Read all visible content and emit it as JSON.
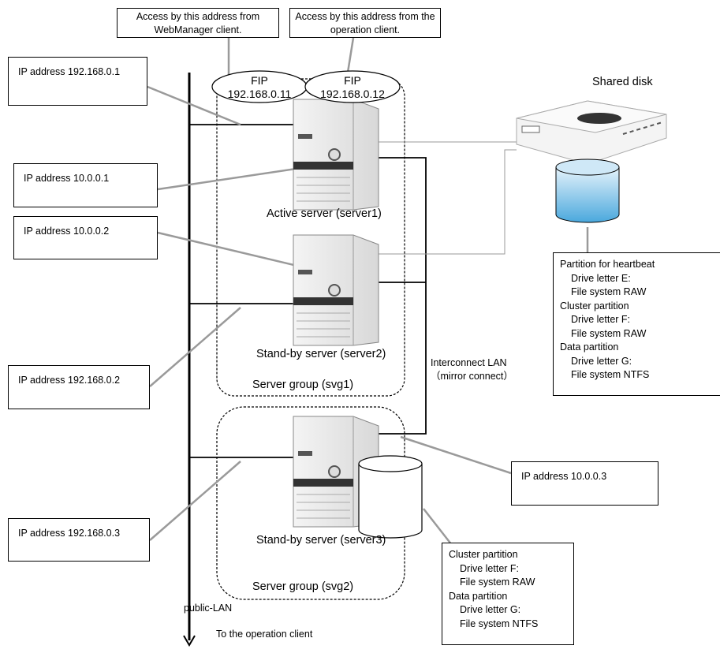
{
  "top_notes": {
    "webmanager": "Access by this address from WebManager client.",
    "operation": "Access by this address from the operation client."
  },
  "fips": [
    {
      "label": "FIP",
      "address": "192.168.0.11"
    },
    {
      "label": "FIP",
      "address": "192.168.0.12"
    }
  ],
  "ip_boxes": {
    "public1": "IP address 192.168.0.1",
    "inter1": "IP address 10.0.0.1",
    "inter2": "IP address 10.0.0.2",
    "public2": "IP address 192.168.0.2",
    "inter3": "IP address 10.0.0.3",
    "public3": "IP address 192.168.0.3"
  },
  "servers": {
    "server1": "Active server (server1)",
    "server2": "Stand-by server (server2)",
    "server3": "Stand-by server (server3)"
  },
  "groups": {
    "svg1": "Server group (svg1)",
    "svg2": "Server group (svg2)"
  },
  "shared_disk": {
    "title": "Shared disk",
    "partitions": [
      "Partition for heartbeat",
      "Drive letter E:",
      "File system RAW",
      "Cluster partition",
      "Drive letter F:",
      "File system RAW",
      "Data partition",
      "Drive letter G:",
      "File system NTFS"
    ]
  },
  "local_disk": {
    "partitions": [
      "Cluster partition",
      "Drive letter F:",
      "File system RAW",
      "Data partition",
      "Drive letter G:",
      "File system NTFS"
    ]
  },
  "interconnect": {
    "line1": "Interconnect LAN",
    "line2": "（mirror connect）"
  },
  "public_lan": "public-LAN",
  "operation_client": "To the operation client"
}
